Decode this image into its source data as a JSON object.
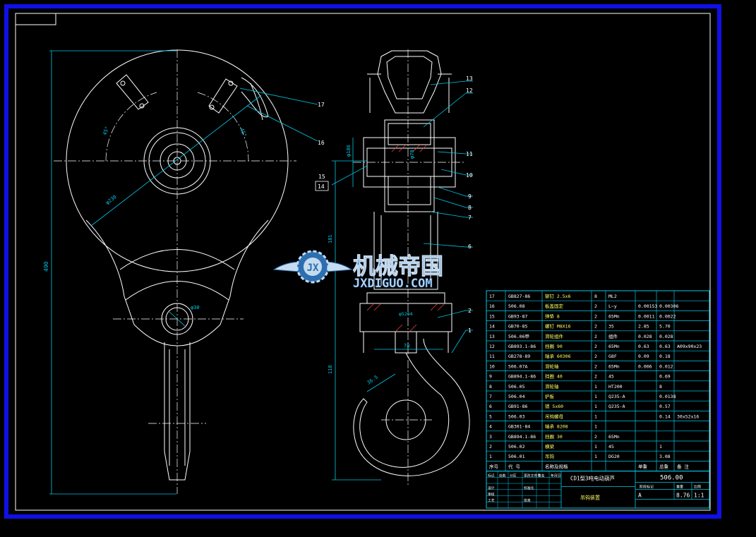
{
  "colors": {
    "frame_outer": "#1010e6",
    "frame_inner": "#ffffff",
    "geometry": "#ffffff",
    "dimension": "#00c8e6",
    "center": "#ffffff",
    "title_block": "#00c8e6",
    "text_yellow": "#ffff64",
    "watermark_blue": "#2c6fb0",
    "watermark_light": "#c6dbef"
  },
  "watermark": {
    "cn": "机械帝国",
    "en": "JXDIGUO.COM",
    "logo_icon": "gear-wings-logo-icon"
  },
  "dims": {
    "d490": "490",
    "d181": "181",
    "d118": "118",
    "phi230": "φ230",
    "phi30": "φ30",
    "phi186": "φ186",
    "phi70": "φ70",
    "phi5204": "φ5204",
    "a45l": "45°",
    "a45r": "45°",
    "d365": "36.5",
    "d78": "78"
  },
  "balloons": [
    "17",
    "16",
    "15",
    "14",
    "13",
    "12",
    "11",
    "10",
    "9",
    "8",
    "7",
    "6",
    "2",
    "1"
  ],
  "bom": {
    "rows": [
      [
        "17",
        "GB827-86",
        "铆钉 2.5x6",
        "8",
        "ML2",
        "",
        "",
        ""
      ],
      [
        "16",
        "506.08",
        "板盖固定",
        "2",
        "L~y",
        "0.00153",
        "0.00306",
        ""
      ],
      [
        "15",
        "GB93-87",
        "弹垫 8",
        "2",
        "65Mn",
        "0.0011",
        "0.0022",
        ""
      ],
      [
        "14",
        "GB70-85",
        "螺钉 M8X16",
        "2",
        "35",
        "2.85",
        "5.70",
        ""
      ],
      [
        "13",
        "506.06甲",
        "滑轮组件",
        "2",
        "组件",
        "0.028",
        "0.028",
        ""
      ],
      [
        "12",
        "GB893.1-86",
        "挡圈 90",
        "2",
        "65Mn",
        "0.63",
        "0.63",
        "A09x90x23"
      ],
      [
        "11",
        "GB278-89",
        "轴承 60306",
        "2",
        "G8F",
        "0.09",
        "0.18",
        ""
      ],
      [
        "10",
        "506.07A",
        "滑轮轴",
        "2",
        "65Mn",
        "0.006",
        "0.012",
        ""
      ],
      [
        "9",
        "GB894.1-86",
        "挡圈 40",
        "2",
        "45",
        "",
        "0.69",
        ""
      ],
      [
        "8",
        "506.05",
        "滑轮轴",
        "1",
        "HT200",
        "",
        "8",
        ""
      ],
      [
        "7",
        "506.04",
        "护板",
        "1",
        "Q235-A",
        "",
        "0.0138",
        ""
      ],
      [
        "6",
        "GB91-86",
        "销 5x60",
        "1",
        "Q235-A",
        "",
        "0.57",
        ""
      ],
      [
        "5",
        "506.03",
        "吊钩螺母",
        "1",
        "",
        "",
        "0.14",
        "30x52x16"
      ],
      [
        "4",
        "GB301-84",
        "轴承 8208",
        "1",
        "",
        "",
        "",
        ""
      ],
      [
        "3",
        "GB894.1-86",
        "挡圈 30",
        "2",
        "65Mn",
        "",
        "",
        ""
      ],
      [
        "2",
        "506.02",
        "横梁",
        "1",
        "45",
        "",
        "1",
        ""
      ],
      [
        "1",
        "506.01",
        "吊钩",
        "1",
        "DG20",
        "",
        "3.08",
        ""
      ]
    ],
    "header": [
      "序号",
      "代 号",
      "名称及规格",
      "",
      "",
      "单重",
      "总重",
      "备 注"
    ]
  },
  "title_block": {
    "product": "CD1型3吨电动葫芦",
    "drawing_name": "吊钩装置",
    "drawing_no": "506.00",
    "weight": "8.76",
    "scale": "1:1",
    "stage": "A",
    "sign_labels": [
      "标记",
      "处数",
      "分区",
      "更改文件号",
      "签名",
      "年月日",
      "设计",
      "标准化",
      "审核",
      "工艺",
      "批准"
    ],
    "col_labels": [
      "阶段标记",
      "重量",
      "比例"
    ]
  }
}
